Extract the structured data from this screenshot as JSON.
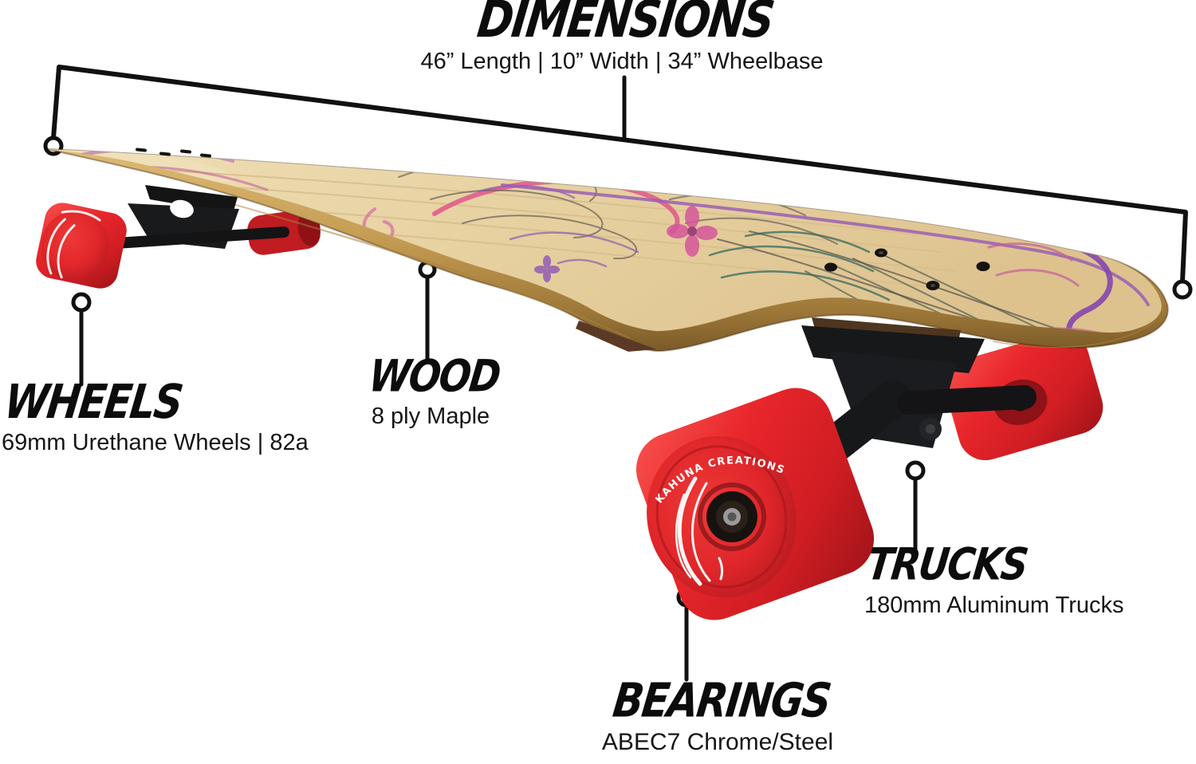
{
  "page": {
    "background": "#ffffff"
  },
  "product": {
    "name": "pintail longboard skateboard",
    "wheel_logo_text": "KAHUNA CREATIONS",
    "colors": {
      "wheel_red": "#e0262a",
      "truck_black": "#17181a",
      "deck_wood_top": "#e9d5a8",
      "deck_wood_edge": "#c49b52",
      "callout_line": "#111111"
    }
  },
  "callouts": {
    "dimensions": {
      "title": "DIMENSIONS",
      "subtitle": "46” Length | 10” Width | 34” Wheelbase"
    },
    "wheels": {
      "title": "WHEELS",
      "subtitle": "69mm Urethane Wheels | 82a"
    },
    "wood": {
      "title": "WOOD",
      "subtitle": "8 ply Maple"
    },
    "bearings": {
      "title": "BEARINGS",
      "subtitle": "ABEC7 Chrome/Steel"
    },
    "trucks": {
      "title": "TRUCKS",
      "subtitle": "180mm Aluminum Trucks"
    }
  }
}
